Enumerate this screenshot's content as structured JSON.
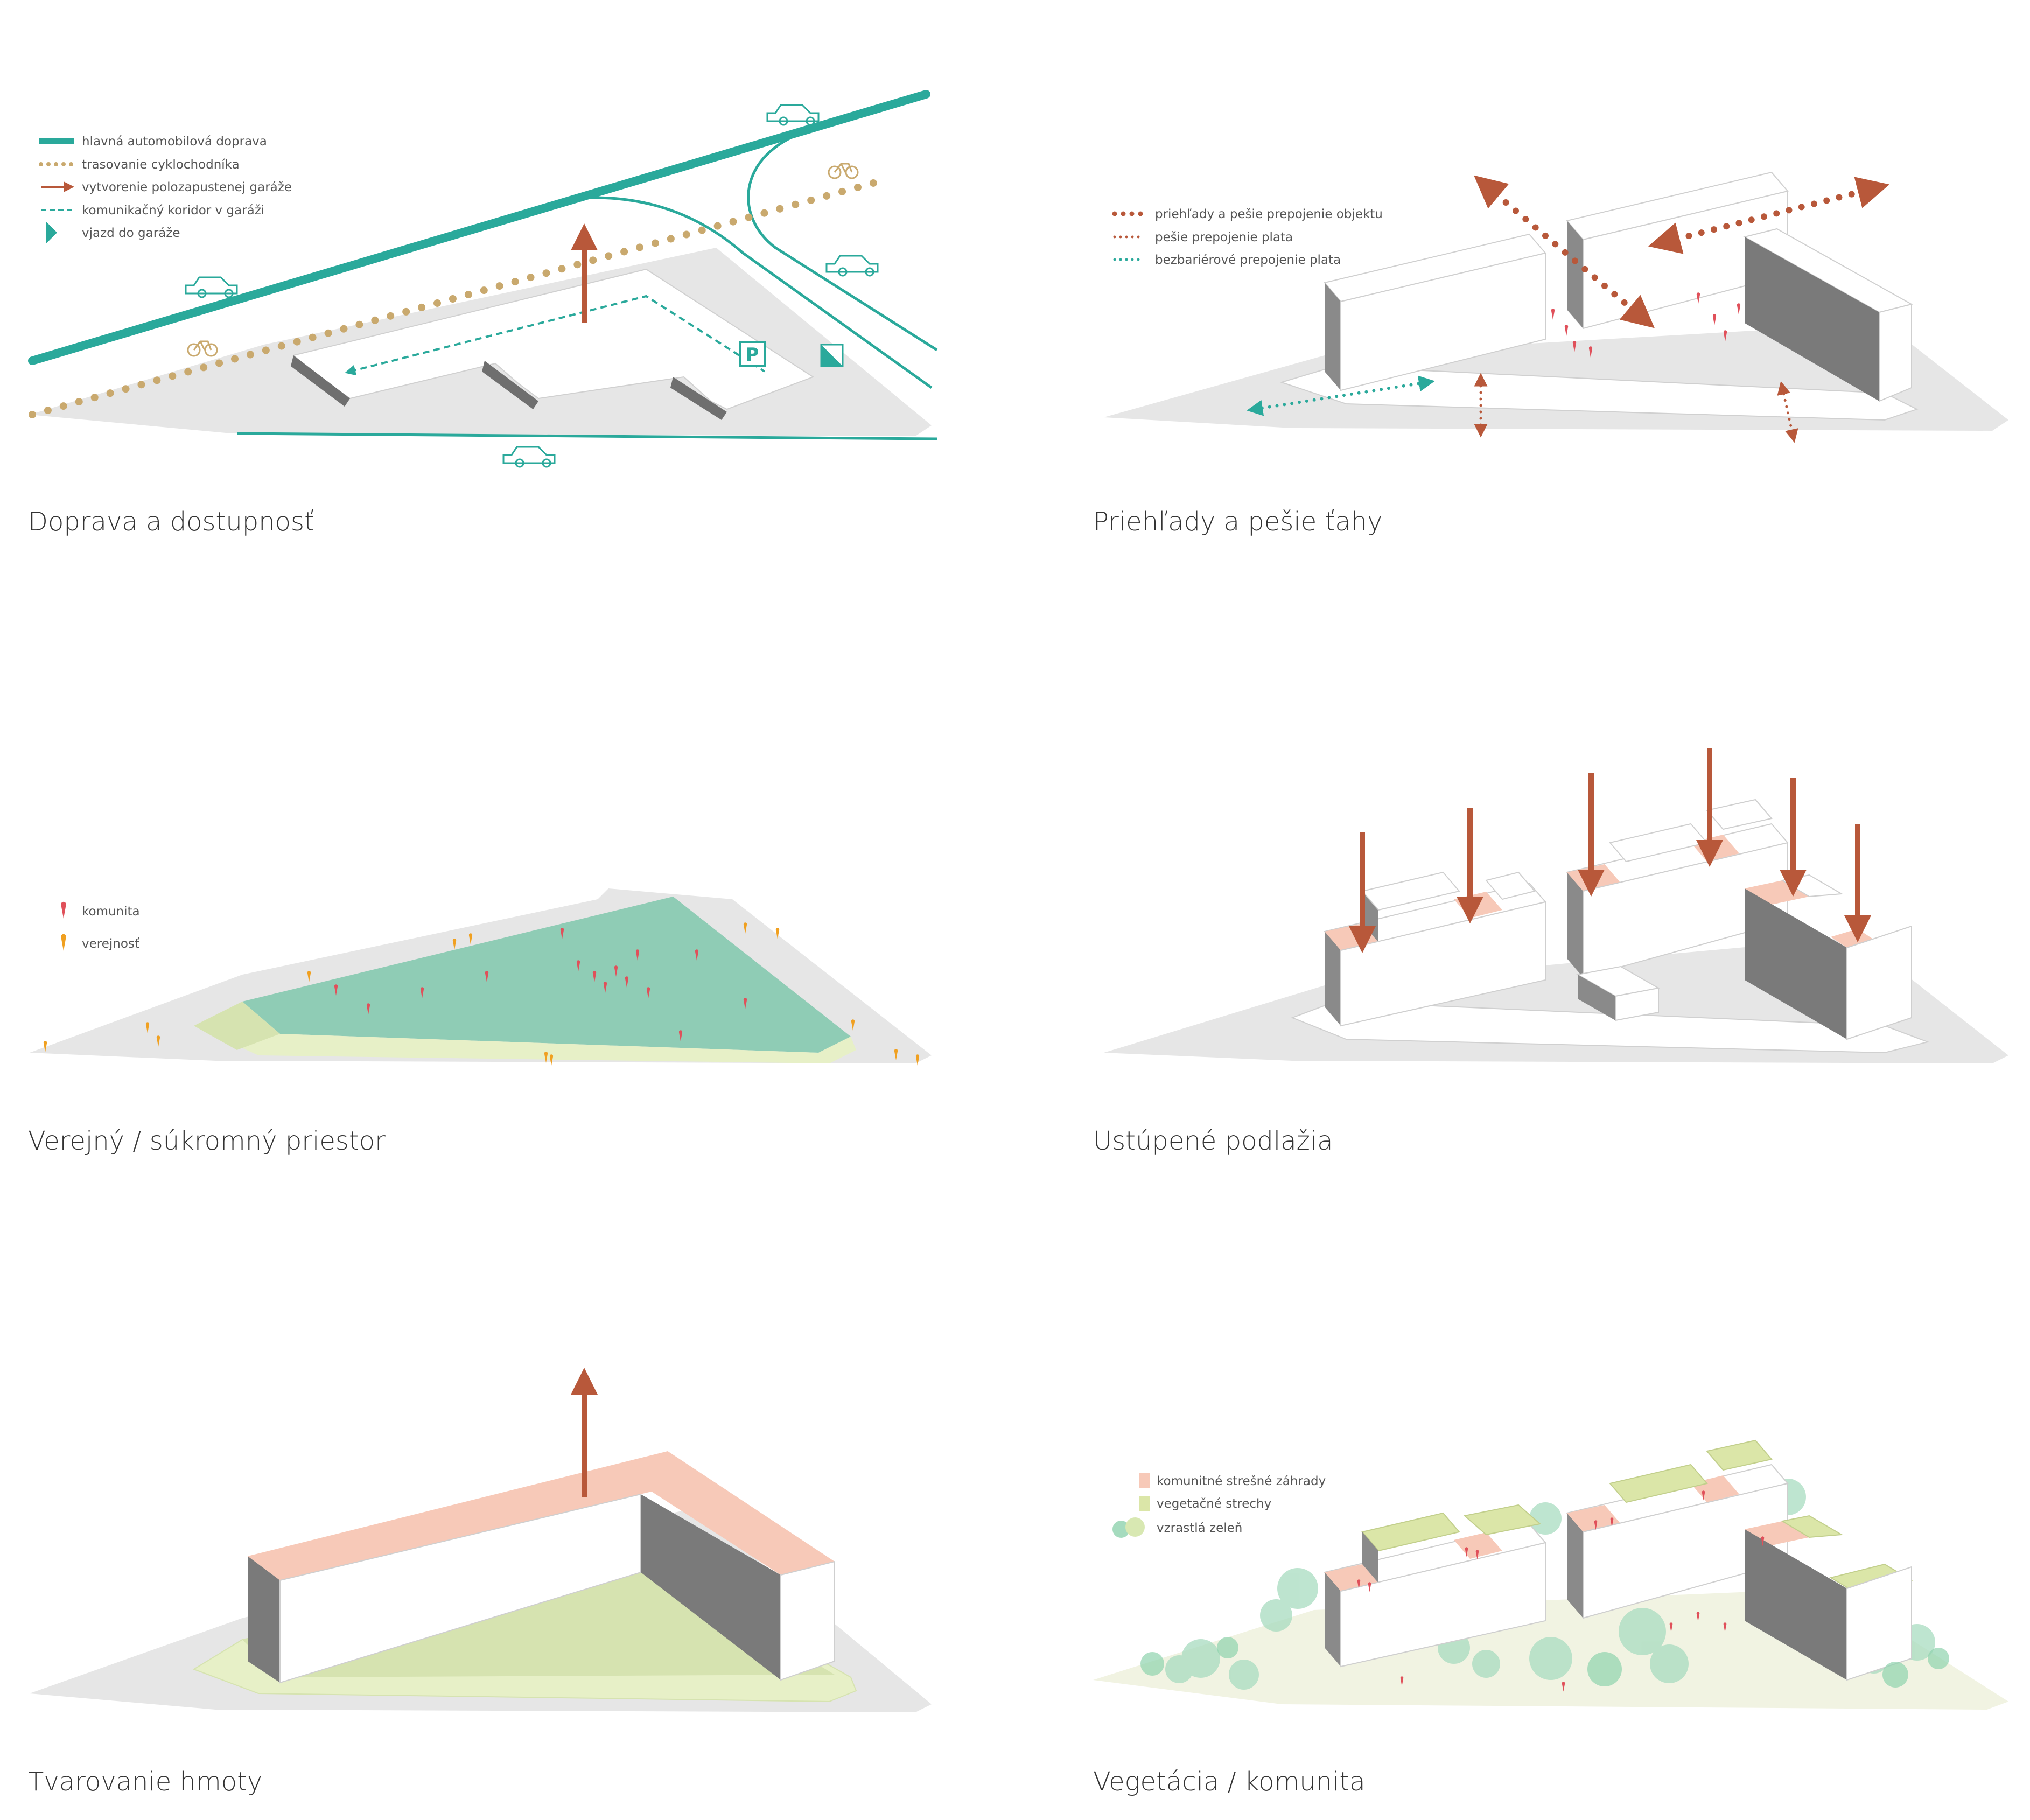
{
  "colors": {
    "teal": "#2aa99b",
    "gold": "#c9a96e",
    "rust": "#b8583a",
    "ground": "#e6e6e6",
    "shade": "#8a8a8a",
    "darkShade": "#6f6f6f",
    "salmon": "#f7c9b8",
    "greenPlane": "#8fccb5",
    "paleGreen": "#e7f0c7",
    "mossGreen": "#d6e3b0",
    "roofGreen": "#dbe6a8",
    "pinMarker": "#e0505a",
    "orangeMarker": "#f0a020"
  },
  "panels": [
    {
      "id": "transport",
      "caption": "Doprava a dostupnosť",
      "legend": [
        {
          "icon": "thick-teal-line-icon",
          "label": "hlavná automobilová doprava"
        },
        {
          "icon": "gold-dots-icon",
          "label": "trasovanie cyklochodníka"
        },
        {
          "icon": "rust-arrow-icon",
          "label": "vytvorenie polozapustenej garáže"
        },
        {
          "icon": "teal-dashed-line-icon",
          "label": "komunikačný koridor v garáži"
        },
        {
          "icon": "teal-triangle-icon",
          "label": "vjazd do garáže"
        }
      ],
      "parking_sign": "P"
    },
    {
      "id": "views",
      "caption": "Priehľady a pešie ťahy",
      "legend": [
        {
          "icon": "rust-big-dots-icon",
          "label": "priehľady a pešie prepojenie objektu"
        },
        {
          "icon": "rust-small-dots-icon",
          "label": "pešie prepojenie plata"
        },
        {
          "icon": "teal-dots-icon",
          "label": "bezbariérové prepojenie plata"
        }
      ]
    },
    {
      "id": "public-private",
      "caption": "Verejný / súkromný priestor",
      "legend": [
        {
          "icon": "red-pin-icon",
          "label": "komunita"
        },
        {
          "icon": "orange-pin-icon",
          "label": "verejnosť"
        }
      ]
    },
    {
      "id": "setback",
      "caption": "Ustúpené podlažia",
      "legend": []
    },
    {
      "id": "massing",
      "caption": "Tvarovanie hmoty",
      "legend": []
    },
    {
      "id": "vegetation",
      "caption": "Vegetácia / komunita",
      "legend": [
        {
          "icon": "salmon-square-icon",
          "label": "komunitné strešné záhrady"
        },
        {
          "icon": "green-square-icon",
          "label": "vegetačné strechy"
        },
        {
          "icon": "tree-cluster-icon",
          "label": "vzrastlá zeleň"
        }
      ]
    }
  ]
}
